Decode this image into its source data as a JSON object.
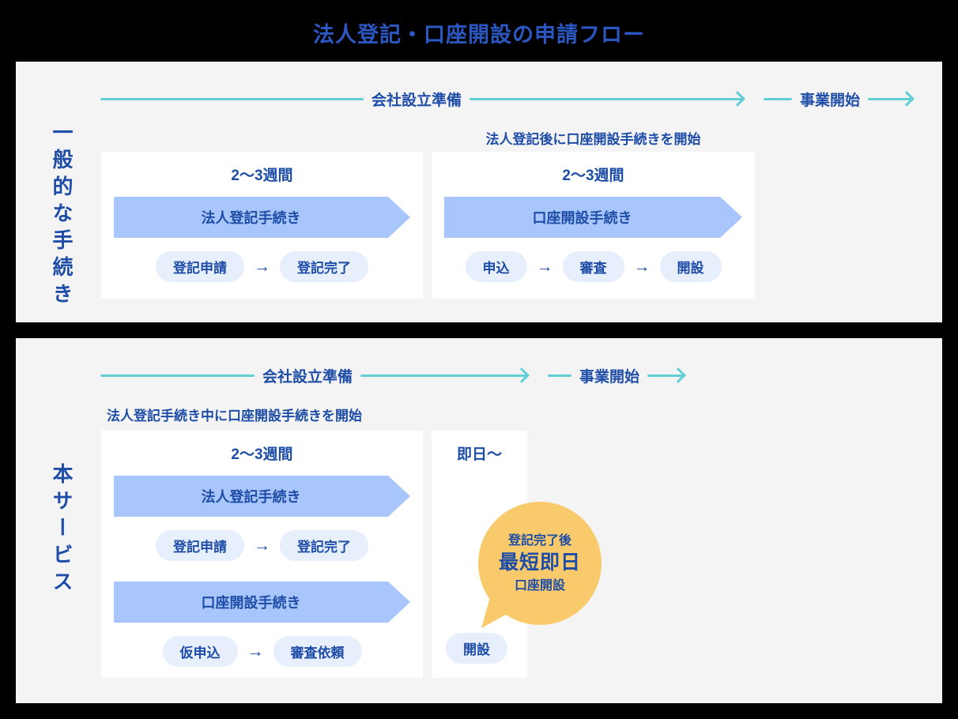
{
  "title": "法人登記・口座開設の申請フロー",
  "arrow_glyph": "→",
  "colors": {
    "page_bg": "#000000",
    "panel_bg": "#f5f4f5",
    "title_blue": "#2b57c3",
    "text_navy": "#1d4da6",
    "timeline_teal": "#5fced5",
    "banner_blue": "#a9c6fc",
    "pill_bg": "#e7eefc",
    "bubble_yellow": "#f9ca6b"
  },
  "panel_general": {
    "label": "一般的な手続き",
    "timeline": {
      "prep": "会社設立準備",
      "start": "事業開始"
    },
    "subtitle": "法人登記後に口座開設手続きを開始",
    "registration_box": {
      "duration": "2〜3週間",
      "banner": "法人登記手続き",
      "steps": [
        "登記申請",
        "登記完了"
      ]
    },
    "account_box": {
      "duration": "2〜3週間",
      "banner": "口座開設手続き",
      "steps": [
        "申込",
        "審査",
        "開設"
      ]
    }
  },
  "panel_service": {
    "label": "本サービス",
    "timeline": {
      "prep": "会社設立準備",
      "start": "事業開始"
    },
    "subtitle": "法人登記手続き中に口座開設手続きを開始",
    "main_box": {
      "duration": "2〜3週間",
      "registration_banner": "法人登記手続き",
      "registration_steps": [
        "登記申請",
        "登記完了"
      ],
      "account_banner": "口座開設手続き",
      "account_steps": [
        "仮申込",
        "審査依頼"
      ]
    },
    "side_box": {
      "duration": "即日〜",
      "bubble": [
        "登記完了後",
        "最短即日",
        "口座開設"
      ],
      "step": "開設"
    }
  }
}
